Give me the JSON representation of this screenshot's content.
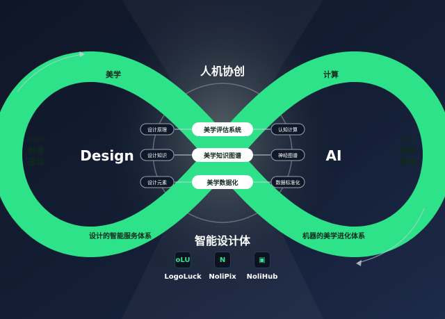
{
  "colors": {
    "loop": "#2ee28a",
    "background": "#101a2e",
    "pill": "#ffffff",
    "pill_text": "#0f2a1c",
    "white": "#ffffff",
    "light": "#d7e0ec"
  },
  "title_top": "人机协创",
  "title_bottom": "智能设计体",
  "left_loop": {
    "top_label": "美学",
    "side_small": "非线性",
    "side_big_1": "创意",
    "side_big_2": "思维",
    "center": "Design",
    "bottom_label": "设计的智能服务体系"
  },
  "right_loop": {
    "top_label": "计算",
    "side_small": "线性",
    "side_big_1": "结构",
    "side_big_2": "数据",
    "center": "AI",
    "bottom_label": "机器的美学进化体系"
  },
  "rows": [
    {
      "left": "设计原理",
      "center": "美学评估系统",
      "right": "认知计算"
    },
    {
      "left": "设计知识",
      "center": "美学知识图谱",
      "right": "神经图谱"
    },
    {
      "left": "设计元素",
      "center": "美学数据化",
      "right": "数据标准化"
    }
  ],
  "products": [
    {
      "name": "LogoLuck",
      "icon": "logoluck-icon",
      "glyph": "oLU"
    },
    {
      "name": "NoliPix",
      "icon": "nolipix-icon",
      "glyph": "N"
    },
    {
      "name": "NoliHub",
      "icon": "nolihub-icon",
      "glyph": "▣"
    }
  ]
}
